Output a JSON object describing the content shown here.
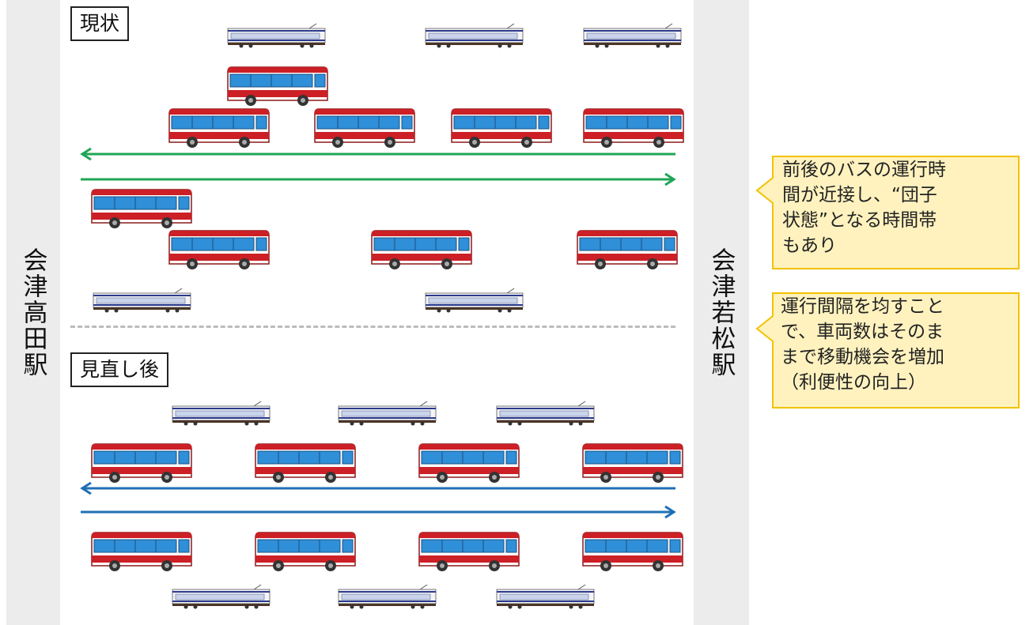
{
  "stations": {
    "left": "会津高田駅",
    "right": "会津若松駅"
  },
  "sections": {
    "current": "現状",
    "revised": "見直し後"
  },
  "callouts": [
    "前後のバスの運行時\n間が近接し、“団子\n状態”となる時間帯\nもあり",
    "運行間隔を均すこと\nで、車両数はそのま\nまで移動機会を増加\n（利便性の向上）"
  ],
  "colors": {
    "station_bg": "#ececec",
    "arrow_current": "#1fa555",
    "arrow_revised": "#1f6fb5",
    "callout_fill": "#fff2bf",
    "callout_border": "#f2c200",
    "bus_red": "#cc1f26",
    "bus_window": "#2f8fd8",
    "train_stripe": "#2b3a8c"
  },
  "icons": {
    "bus": "bus-icon",
    "train": "train-icon",
    "arrow_left": "arrow-left-icon",
    "arrow_right": "arrow-right-icon"
  }
}
